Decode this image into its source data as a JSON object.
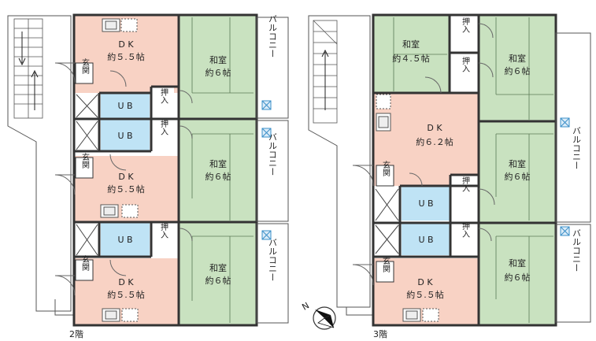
{
  "floors": [
    {
      "caption": "2階",
      "rooms": [
        {
          "kind": "dk",
          "name": "D K",
          "size": "約５.５帖"
        },
        {
          "kind": "washitsu",
          "name": "和室",
          "size": "約６帖"
        },
        {
          "kind": "dk",
          "name": "D K",
          "size": "約５.５帖"
        },
        {
          "kind": "washitsu",
          "name": "和室",
          "size": "約６帖"
        },
        {
          "kind": "dk",
          "name": "D K",
          "size": "約５.５帖"
        },
        {
          "kind": "washitsu",
          "name": "和室",
          "size": "約６帖"
        }
      ]
    },
    {
      "caption": "3階",
      "rooms": [
        {
          "kind": "washitsu",
          "name": "和室",
          "size": "約４.５帖"
        },
        {
          "kind": "washitsu",
          "name": "和室",
          "size": "約６帖"
        },
        {
          "kind": "dk",
          "name": "D K",
          "size": "約６.２帖"
        },
        {
          "kind": "washitsu",
          "name": "和室",
          "size": "約６帖"
        },
        {
          "kind": "washitsu",
          "name": "和室",
          "size": "約６帖"
        },
        {
          "kind": "dk",
          "name": "D K",
          "size": "約５.５帖"
        }
      ]
    }
  ],
  "labels": {
    "entrance": "玄関",
    "closet": "押入",
    "bath": "U B",
    "balcony": "バルコニー"
  },
  "compass": {
    "letter": "N"
  },
  "colors": {
    "dk_fill": "#f8d2c4",
    "washitsu_fill": "#c9e2c0",
    "bath_fill": "#bfe3f5",
    "wall": "#333333",
    "window_marker": "#3a8fc8"
  }
}
